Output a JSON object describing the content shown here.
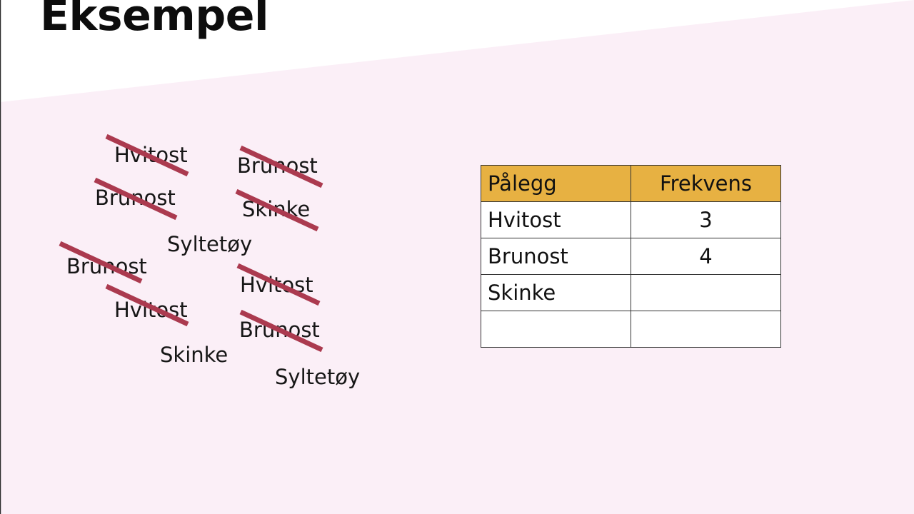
{
  "title": "Eksempel",
  "words": [
    {
      "id": "hvitost-1",
      "text": "Hvitost",
      "crossed": true
    },
    {
      "id": "brunost-1",
      "text": "Brunost",
      "crossed": true
    },
    {
      "id": "brunost-2",
      "text": "Brunost",
      "crossed": true
    },
    {
      "id": "skinke-1",
      "text": "Skinke",
      "crossed": true
    },
    {
      "id": "syltetoy-1",
      "text": "Syltetøy",
      "crossed": false
    },
    {
      "id": "brunost-3",
      "text": "Brunost",
      "crossed": true
    },
    {
      "id": "hvitost-2",
      "text": "Hvitost",
      "crossed": true
    },
    {
      "id": "hvitost-3",
      "text": "Hvitost",
      "crossed": true
    },
    {
      "id": "brunost-4",
      "text": "Brunost",
      "crossed": true
    },
    {
      "id": "skinke-2",
      "text": "Skinke",
      "crossed": false
    },
    {
      "id": "syltetoy-2",
      "text": "Syltetøy",
      "crossed": false
    }
  ],
  "table": {
    "headers": [
      "Pålegg",
      "Frekvens"
    ],
    "rows": [
      [
        "Hvitost",
        "3"
      ],
      [
        "Brunost",
        "4"
      ],
      [
        "Skinke",
        ""
      ],
      [
        "",
        ""
      ]
    ]
  },
  "colors": {
    "background": "#fbeff7",
    "header_band": "#ffffff",
    "strike": "#ab3a4f",
    "table_header": "#e7b142"
  }
}
